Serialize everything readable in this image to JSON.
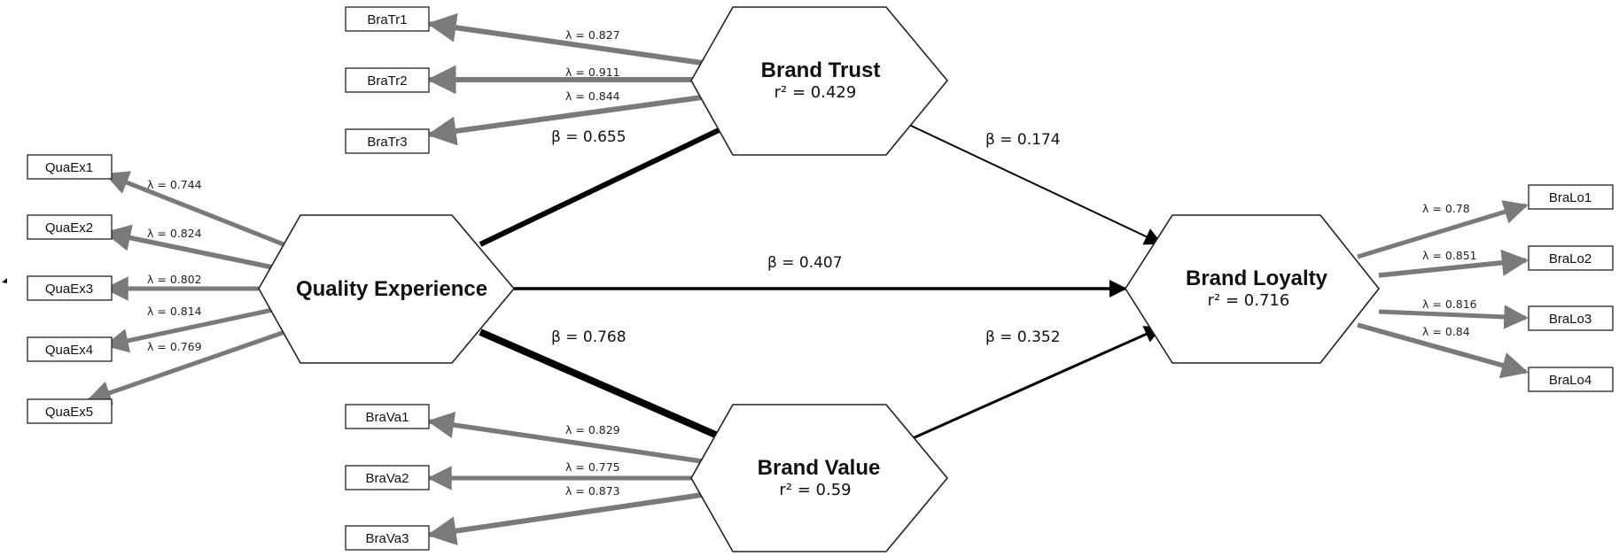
{
  "constructs": {
    "qe": {
      "name": "Quality Experience",
      "r2": ""
    },
    "bt": {
      "name": "Brand Trust",
      "r2": "r² = 0.429"
    },
    "bv": {
      "name": "Brand Value",
      "r2": "r² = 0.59"
    },
    "bl": {
      "name": "Brand Loyalty",
      "r2": "r² = 0.716"
    }
  },
  "indicators": {
    "qe": [
      {
        "label": "QuaEx1",
        "loading": "λ = 0.744"
      },
      {
        "label": "QuaEx2",
        "loading": "λ = 0.824"
      },
      {
        "label": "QuaEx3",
        "loading": "λ = 0.802"
      },
      {
        "label": "QuaEx4",
        "loading": "λ = 0.814"
      },
      {
        "label": "QuaEx5",
        "loading": "λ = 0.769"
      }
    ],
    "bt": [
      {
        "label": "BraTr1",
        "loading": "λ = 0.827"
      },
      {
        "label": "BraTr2",
        "loading": "λ = 0.911"
      },
      {
        "label": "BraTr3",
        "loading": "λ = 0.844"
      }
    ],
    "bv": [
      {
        "label": "BraVa1",
        "loading": "λ = 0.829"
      },
      {
        "label": "BraVa2",
        "loading": "λ = 0.775"
      },
      {
        "label": "BraVa3",
        "loading": "λ = 0.873"
      }
    ],
    "bl": [
      {
        "label": "BraLo1",
        "loading": "λ = 0.78"
      },
      {
        "label": "BraLo2",
        "loading": "λ = 0.851"
      },
      {
        "label": "BraLo3",
        "loading": "λ = 0.816"
      },
      {
        "label": "BraLo4",
        "loading": "λ = 0.84"
      }
    ]
  },
  "paths": {
    "qe_bt": "β = 0.655",
    "qe_bv": "β = 0.768",
    "qe_bl": "β = 0.407",
    "bt_bl": "β = 0.174",
    "bv_bl": "β = 0.352"
  },
  "colors": {
    "loading_line": "#7a7a7a",
    "path_line": "#000000"
  }
}
